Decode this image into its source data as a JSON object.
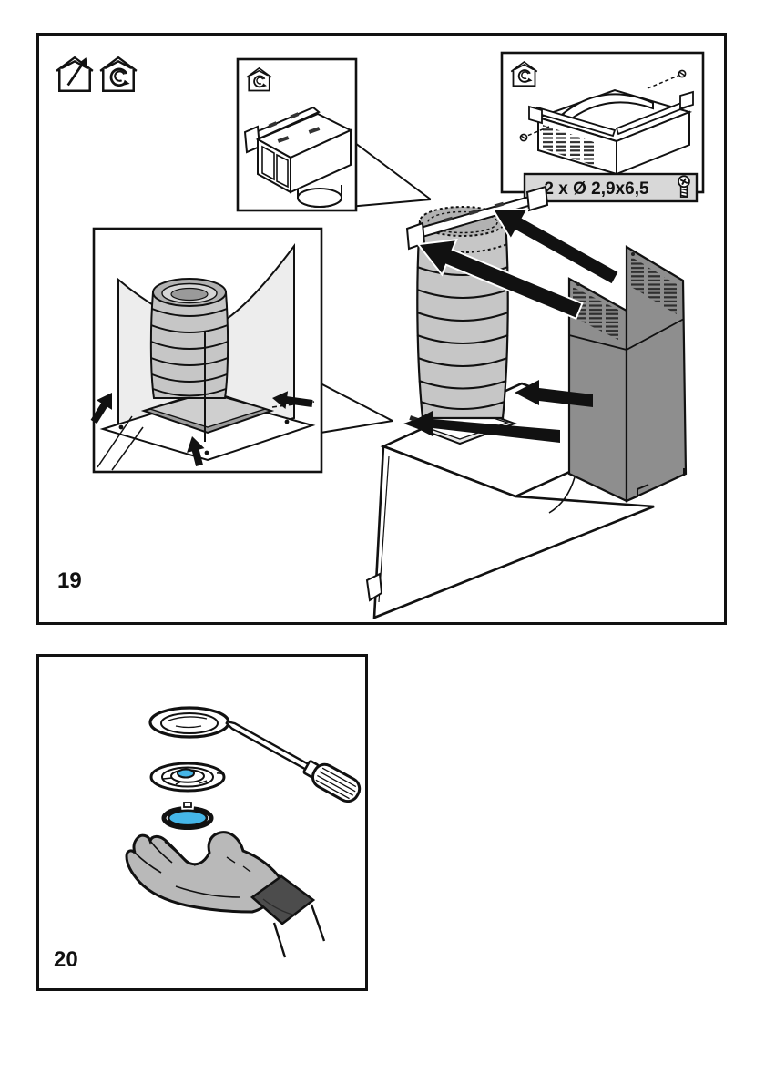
{
  "colors": {
    "ink": "#111111",
    "paper": "#ffffff",
    "duct-gray": "#c6c6c6",
    "duct-top-gray": "#b2b2b2",
    "chimney-gray": "#8e8e8e",
    "ghost-gray": "#ededed",
    "label-bar-gray": "#d8d8d8",
    "glove-gray": "#b9b9b9",
    "cuff-gray": "#4c4c4c",
    "lamp-blue": "#45b6e8",
    "flange-gray": "#cfcfcf"
  },
  "steps": {
    "step19": {
      "number": "19",
      "screw_spec": "2 x Ø 2,9x6,5",
      "mode_icons": [
        "house-exhaust-icon",
        "house-recirculation-icon"
      ],
      "insets": [
        "duct-in-chimney-detail",
        "air-deflector-detail",
        "chimney-upper-section-detail"
      ]
    },
    "step20": {
      "number": "20",
      "parts": [
        "lamp-cover-ring",
        "screwdriver",
        "lamp-holder",
        "blue-lamp",
        "protective-glove"
      ]
    }
  }
}
